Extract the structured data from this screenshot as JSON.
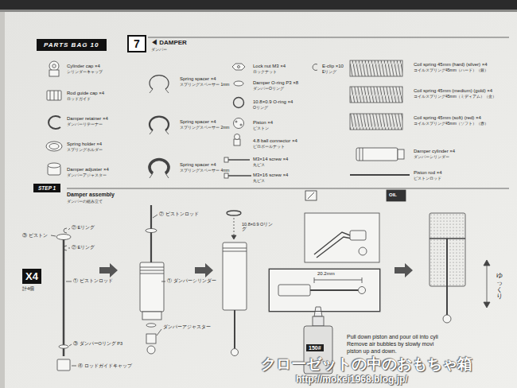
{
  "diagram": {
    "nodes": [
      {
        "text": [
          "PARTS BAG 10"
        ]
      },
      {
        "text": [
          "7"
        ]
      },
      {
        "text": [
          "STEP 1"
        ]
      },
      {
        "text": [
          "X4",
          "計4個"
        ]
      },
      {
        "text": [
          "20.2mm"
        ]
      },
      {
        "text": [
          "150#"
        ]
      }
    ],
    "labels": [
      "◀ DAMPER",
      "ダンパー",
      "Cylinder cap ×4",
      "シリンダーキャップ",
      "Rod guide cap ×4",
      "ロッドガイド",
      "Damper retainer ×4",
      "ダンパーリテーナー",
      "Spring holder ×4",
      "スプリングホルダー",
      "Damper adjuster ×4",
      "ダンパーアジャスター",
      "Spring spacer ×4",
      "スプリングスペーサー 1mm",
      "Spring spacer ×4",
      "スプリングスペーサー 2mm",
      "Spring spacer ×4",
      "スプリングスペーサー 4mm",
      "Lock nut M3 ×4",
      "ロックナット",
      "E-clip ×10",
      "Eリング",
      "Damper O-ring P3 ×8",
      "ダンパーOリング",
      "10.8×0.9 O-ring ×4",
      "Oリング",
      "Piston ×4",
      "ピストン",
      "4.8 ball connector ×4",
      "ピロボールナット",
      "M3×14 screw ×4",
      "丸ビス",
      "M3×16 screw ×4",
      "丸ビス",
      "Coil spring 45mm (hard) (silver) ×4",
      "コイルスプリング45mm（ハード）（銀）",
      "Coil spring 45mm (medium) (gold) ×4",
      "コイルスプリング45mm（ミディアム）（金）",
      "Coil spring 45mm (soft) (red) ×4",
      "コイルスプリング45mm（ソフト）（赤）",
      "Damper cylinder ×4",
      "ダンパーシリンダー",
      "Piston rod ×4",
      "ピストンロッド",
      "Damper assembly",
      "ダンパーの組み立て",
      "③ ピストン",
      "② Eリング",
      "② Eリング",
      "① ピストンロッド",
      "③ ダンパーOリング P3",
      "④ ロッドガイドキャップ",
      "② ピストンロッド",
      "① ダンパーシリンダー",
      "ダンパーアジャスター",
      "10.8×0.9 Oリング",
      "OIL",
      "Pull down piston and pour oil into cyli",
      "Remove air bubbles by slowly movi",
      "piston up and down.",
      "ゆっくり",
      "クローゼットの中のおもちゃ箱",
      "http://mokei1968.blog.jp/"
    ]
  }
}
